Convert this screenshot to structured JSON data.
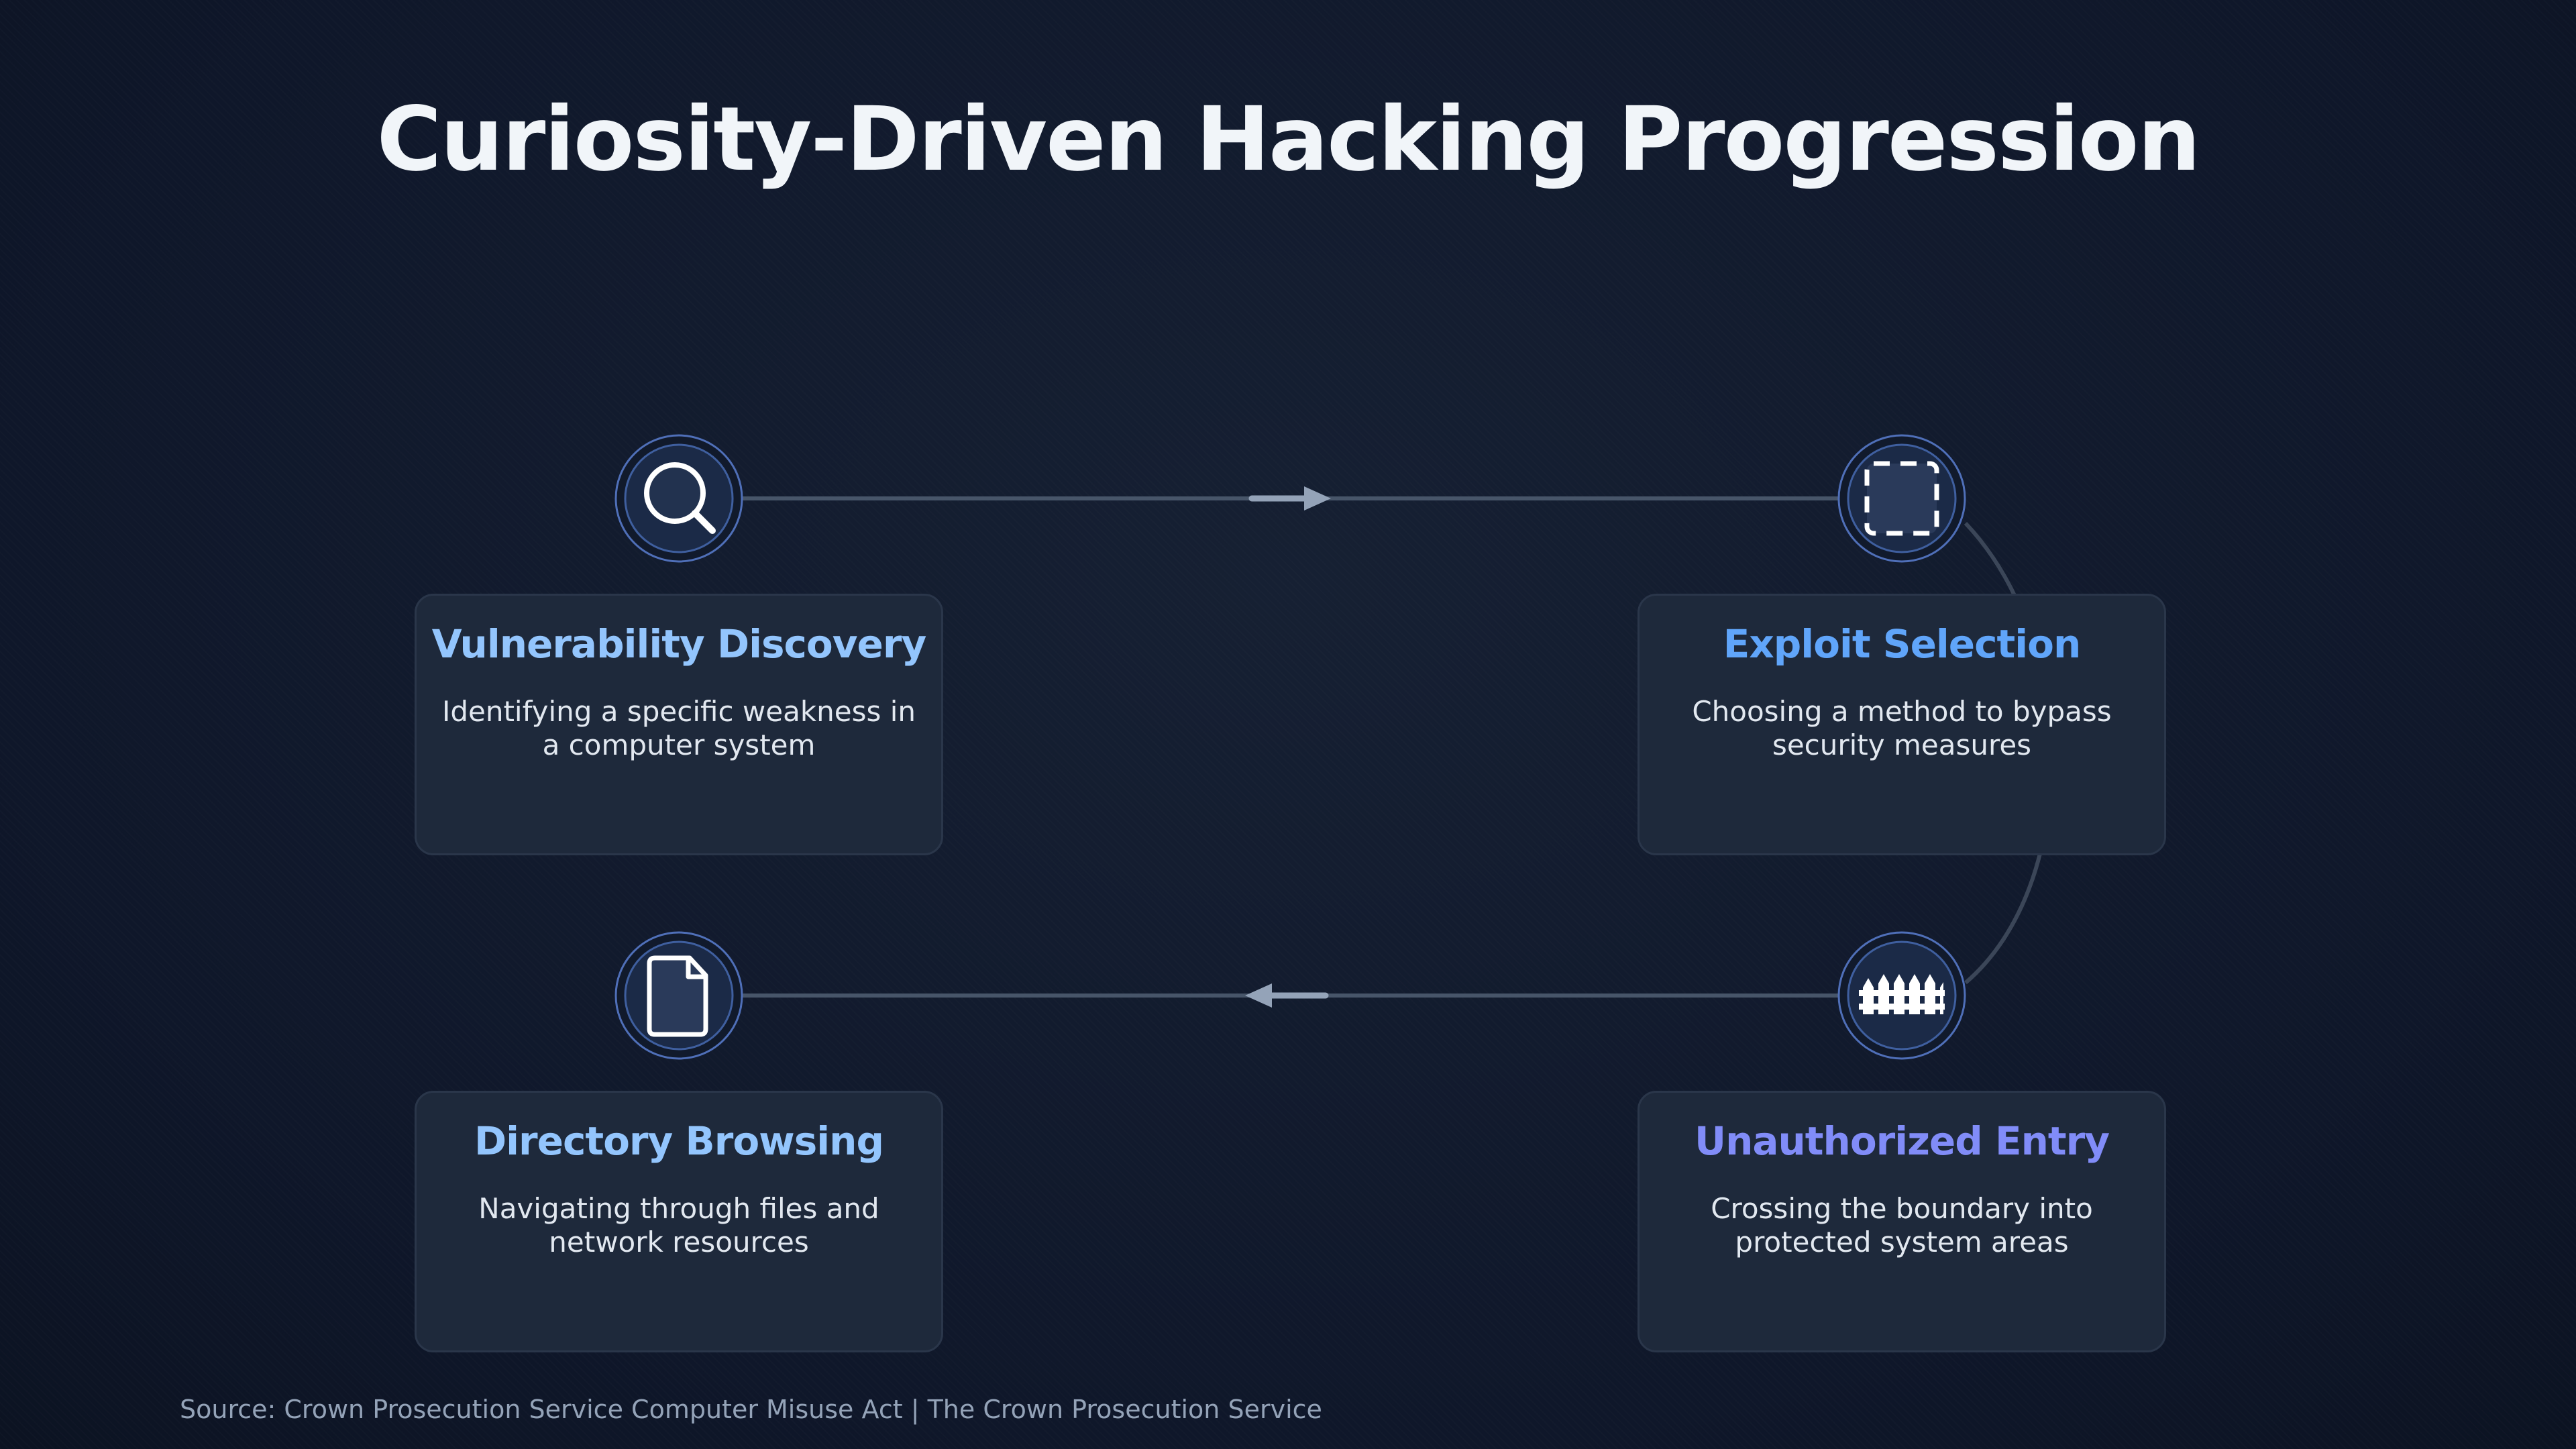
{
  "title": "Curiosity-Driven Hacking Progression",
  "accent_colors": {
    "step_title_blue": "#93c5fd",
    "step_title_bright": "#60a5fa",
    "step_title_violet": "#818cf8",
    "connector": "#475569",
    "arrow": "#94a3b8",
    "icon_ring": "#60a5fa"
  },
  "steps": [
    {
      "icon": "magnifying-glass-icon",
      "title": "Vulnerability Discovery",
      "description": "Identifying a specific weakness in a computer system"
    },
    {
      "icon": "selection-box-icon",
      "title": "Exploit Selection",
      "description": "Choosing a method to bypass security measures"
    },
    {
      "icon": "fence-icon",
      "title": "Unauthorized Entry",
      "description": "Crossing the boundary into protected system areas"
    },
    {
      "icon": "document-icon",
      "title": "Directory Browsing",
      "description": "Navigating through files and network resources"
    }
  ],
  "source": "Source: Crown Prosecution Service Computer Misuse Act | The Crown Prosecution Service"
}
